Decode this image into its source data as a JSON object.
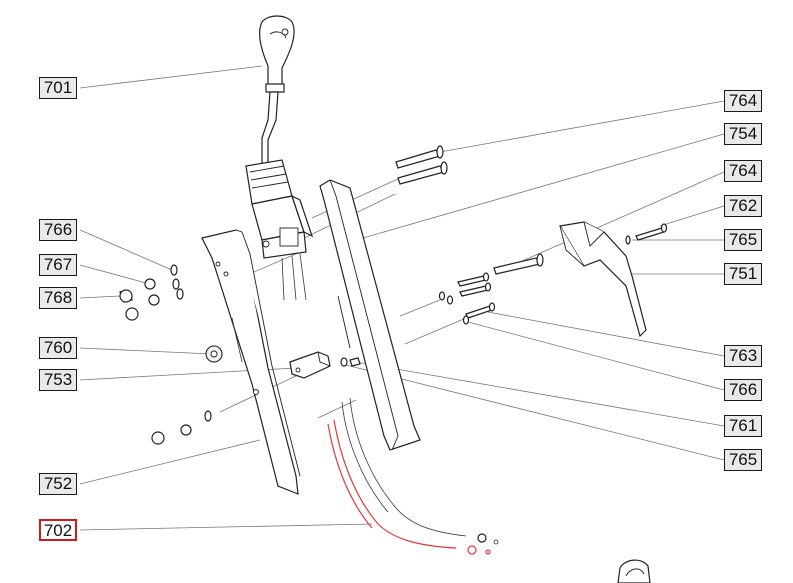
{
  "diagram": {
    "highlight_color": "#d11a1a",
    "callouts": [
      {
        "id": "c701",
        "label": "701",
        "style": "shaded"
      },
      {
        "id": "c764a",
        "label": "764",
        "style": "shaded"
      },
      {
        "id": "c754",
        "label": "754",
        "style": "shaded"
      },
      {
        "id": "c764b",
        "label": "764",
        "style": "shaded"
      },
      {
        "id": "c762",
        "label": "762",
        "style": "shaded"
      },
      {
        "id": "c765a",
        "label": "765",
        "style": "shaded"
      },
      {
        "id": "c751",
        "label": "751",
        "style": "shaded"
      },
      {
        "id": "c766a",
        "label": "766",
        "style": "shaded"
      },
      {
        "id": "c767",
        "label": "767",
        "style": "shaded"
      },
      {
        "id": "c768",
        "label": "768",
        "style": "shaded"
      },
      {
        "id": "c760",
        "label": "760",
        "style": "shaded"
      },
      {
        "id": "c753",
        "label": "753",
        "style": "shaded"
      },
      {
        "id": "c763",
        "label": "763",
        "style": "shaded"
      },
      {
        "id": "c766b",
        "label": "766",
        "style": "shaded"
      },
      {
        "id": "c761",
        "label": "761",
        "style": "shaded"
      },
      {
        "id": "c765b",
        "label": "765",
        "style": "shaded"
      },
      {
        "id": "c752",
        "label": "752",
        "style": "shaded"
      },
      {
        "id": "c702",
        "label": "702",
        "style": "highlight"
      }
    ]
  }
}
